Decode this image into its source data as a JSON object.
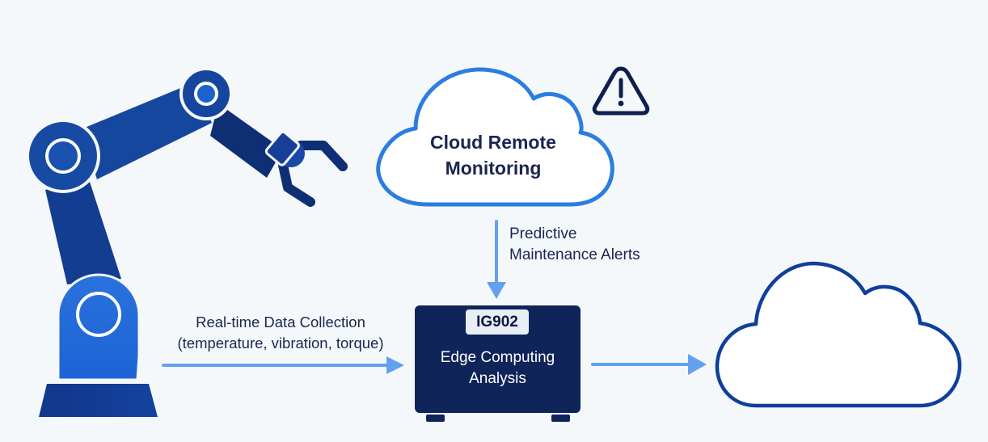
{
  "colors": {
    "background": "#f5f8fa",
    "robot_dark": "#123a86",
    "robot_mid": "#1a4fae",
    "robot_light": "#2a72dc",
    "cloud_stroke_primary": "#2b7de0",
    "cloud_stroke_secondary": "#0f3f9c",
    "arrow": "#64a0f0",
    "edge_box": "#0f2459",
    "text_dark": "#1b2550",
    "warning": "#0e1f4d"
  },
  "nodes": {
    "robot": {
      "icon": "robot-arm-icon"
    },
    "cloud_monitoring": {
      "title_line1": "Cloud Remote",
      "title_line2": "Monitoring",
      "icon": "cloud-icon"
    },
    "warning": {
      "icon": "warning-triangle-icon"
    },
    "edge_device": {
      "model": "IG902",
      "title_line1": "Edge Computing",
      "title_line2": "Analysis"
    },
    "cloud_destination": {
      "icon": "cloud-icon"
    }
  },
  "edges": {
    "collection": {
      "line1": "Real-time Data Collection",
      "line2": "(temperature, vibration, torque)"
    },
    "alerts": {
      "line1": "Predictive",
      "line2": "Maintenance Alerts"
    }
  }
}
